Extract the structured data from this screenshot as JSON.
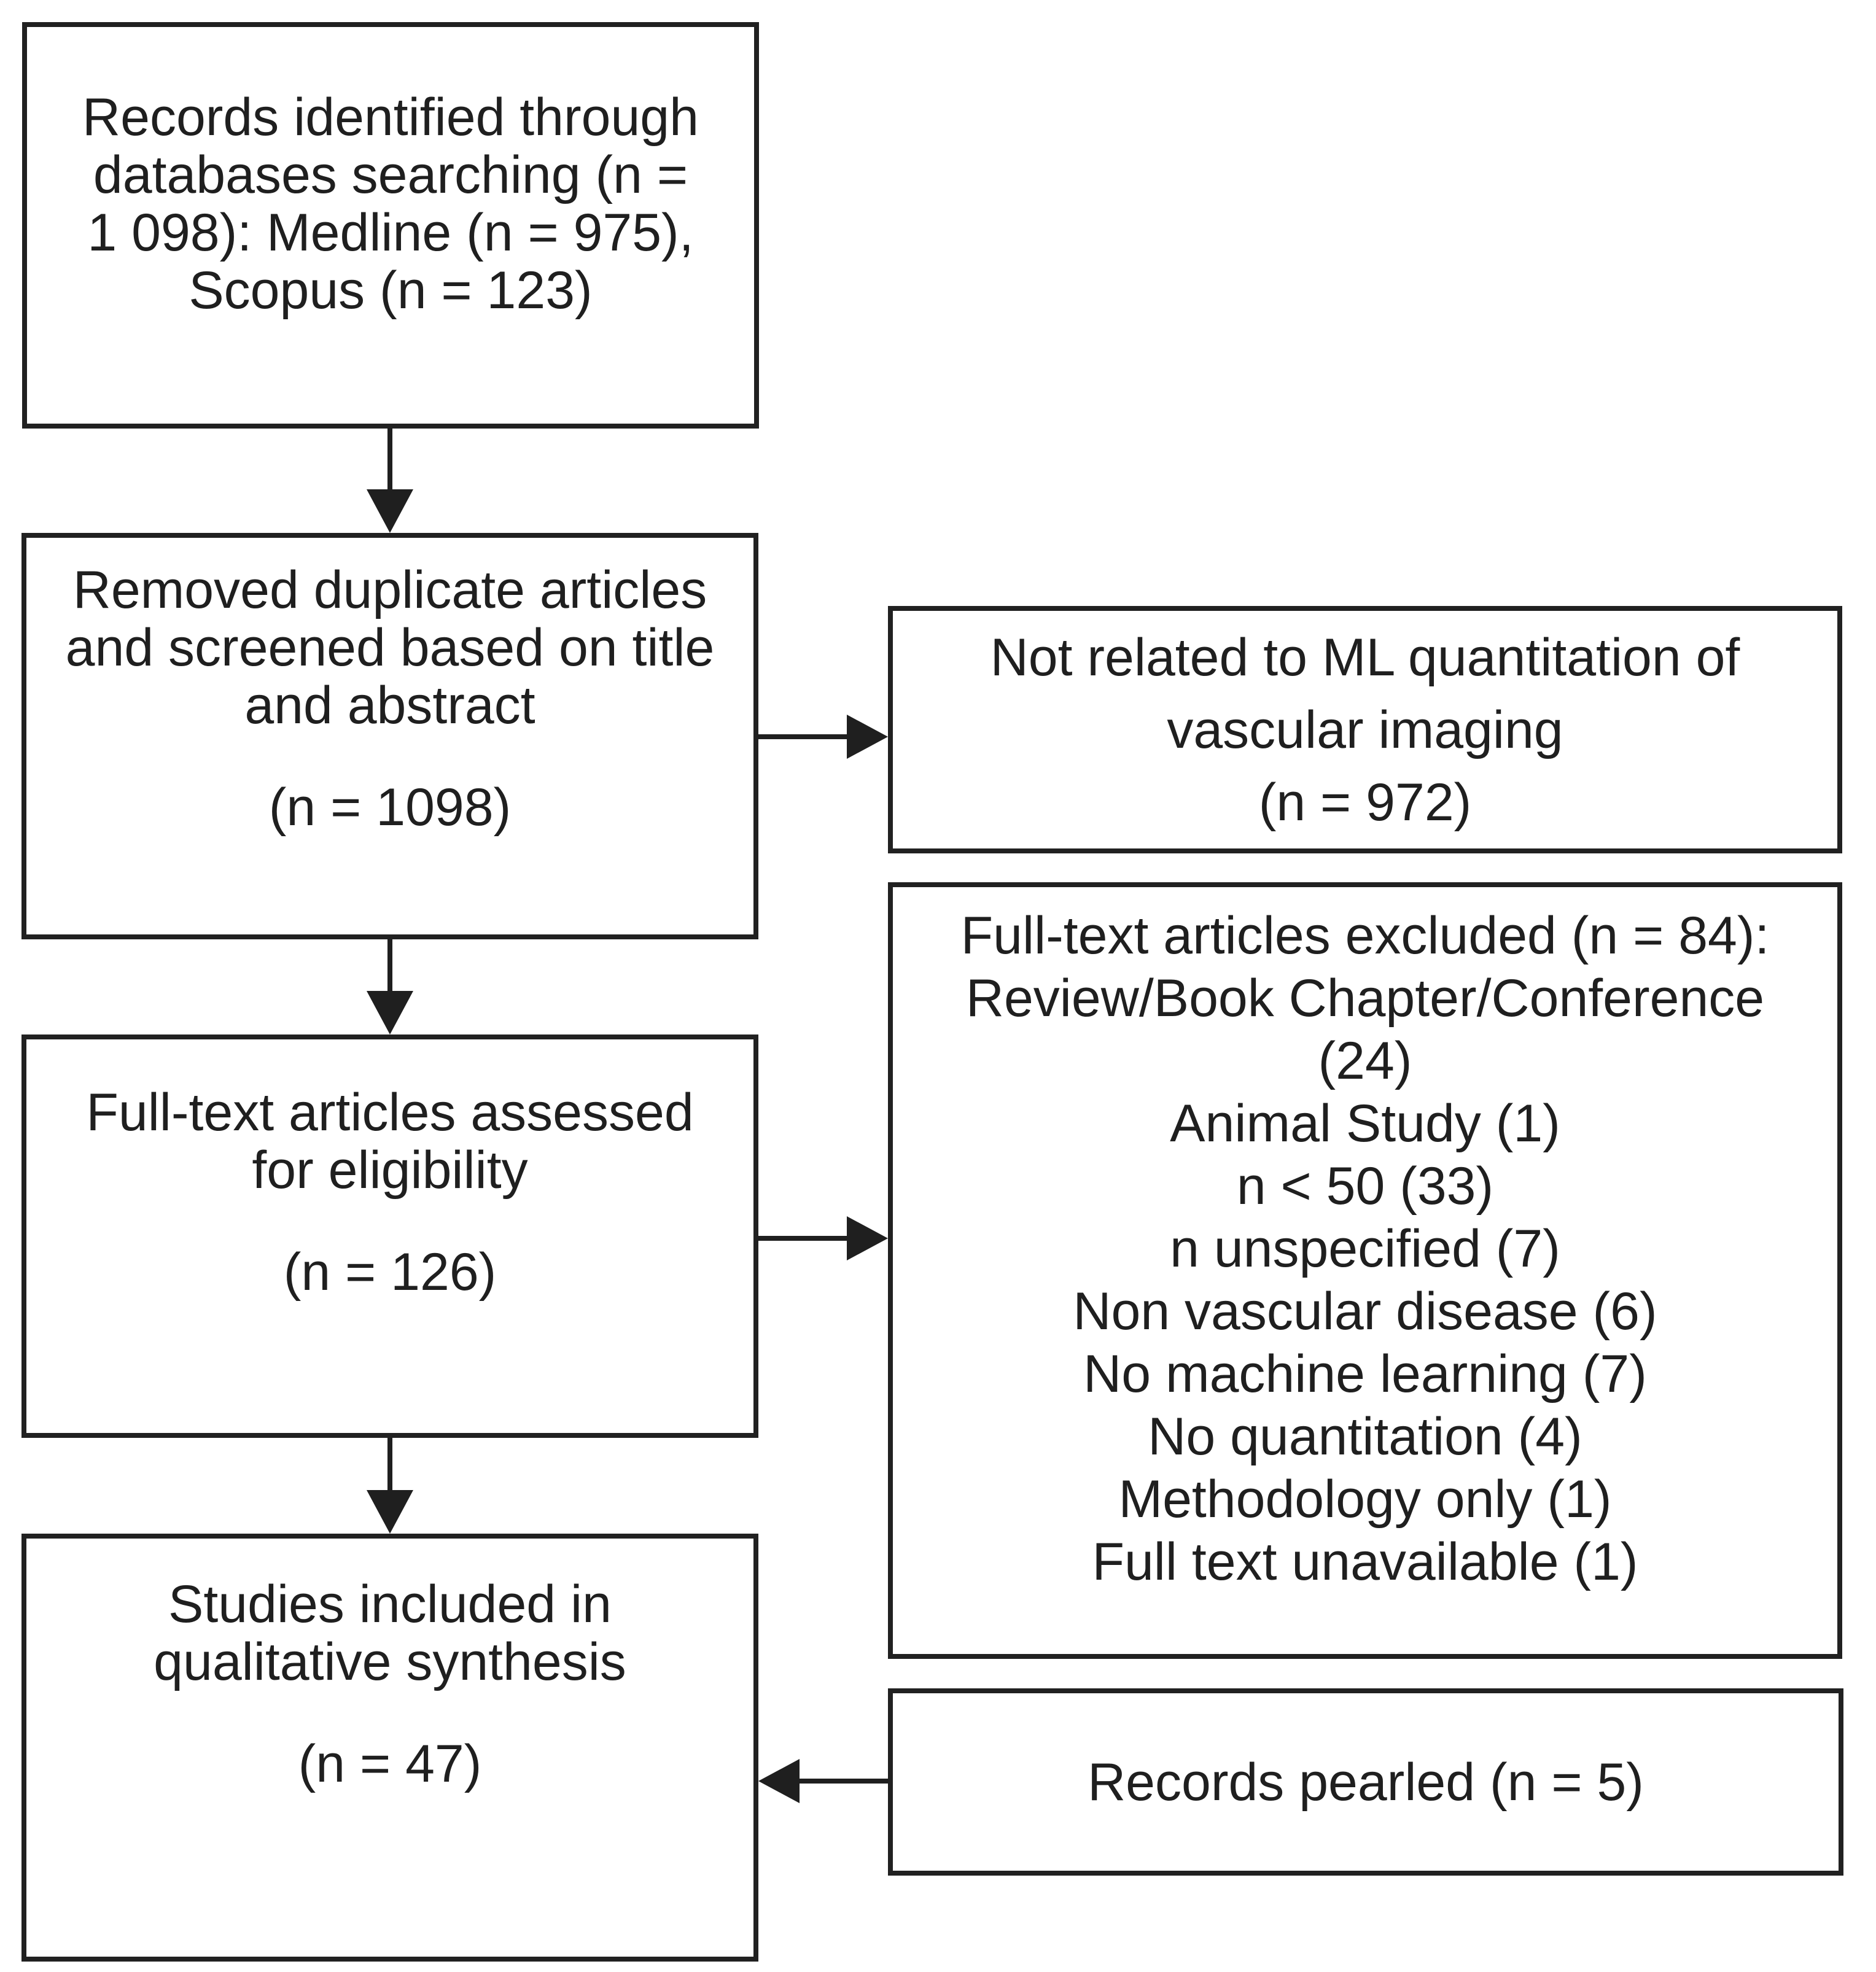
{
  "figure": {
    "kind": "literature screening flow diagram",
    "colors": {
      "ink": "#1f1f1f",
      "border": "#212121",
      "background": "#ffffff"
    }
  },
  "boxes": {
    "identification": {
      "lines": [
        "Records identified through",
        "databases searching (n =",
        "1 098): Medline (n = 975),",
        "Scopus (n = 123)"
      ]
    },
    "screening": {
      "lines": [
        "Removed duplicate articles",
        "and screened based on title",
        "and abstract",
        "",
        "(n = 1098)"
      ]
    },
    "eligibility": {
      "lines": [
        "Full-text articles assessed",
        "for eligibility",
        "",
        "(n = 126)"
      ]
    },
    "included": {
      "lines": [
        "Studies included in",
        "qualitative synthesis",
        "",
        "(n = 47)"
      ]
    },
    "not_related": {
      "lines": [
        "Not related to ML quantitation of",
        "vascular imaging",
        "(n = 972)"
      ]
    },
    "fulltext_excluded": {
      "lines": [
        "Full-text articles excluded (n = 84):",
        "Review/Book Chapter/Conference",
        "(24)",
        "Animal Study (1)",
        "n < 50 (33)",
        "n unspecified (7)",
        "Non vascular disease (6)",
        "No machine learning (7)",
        "No quantitation (4)",
        "Methodology only (1)",
        "Full text unavailable (1)"
      ]
    },
    "pearled": {
      "lines": [
        "Records pearled (n = 5)"
      ]
    }
  }
}
